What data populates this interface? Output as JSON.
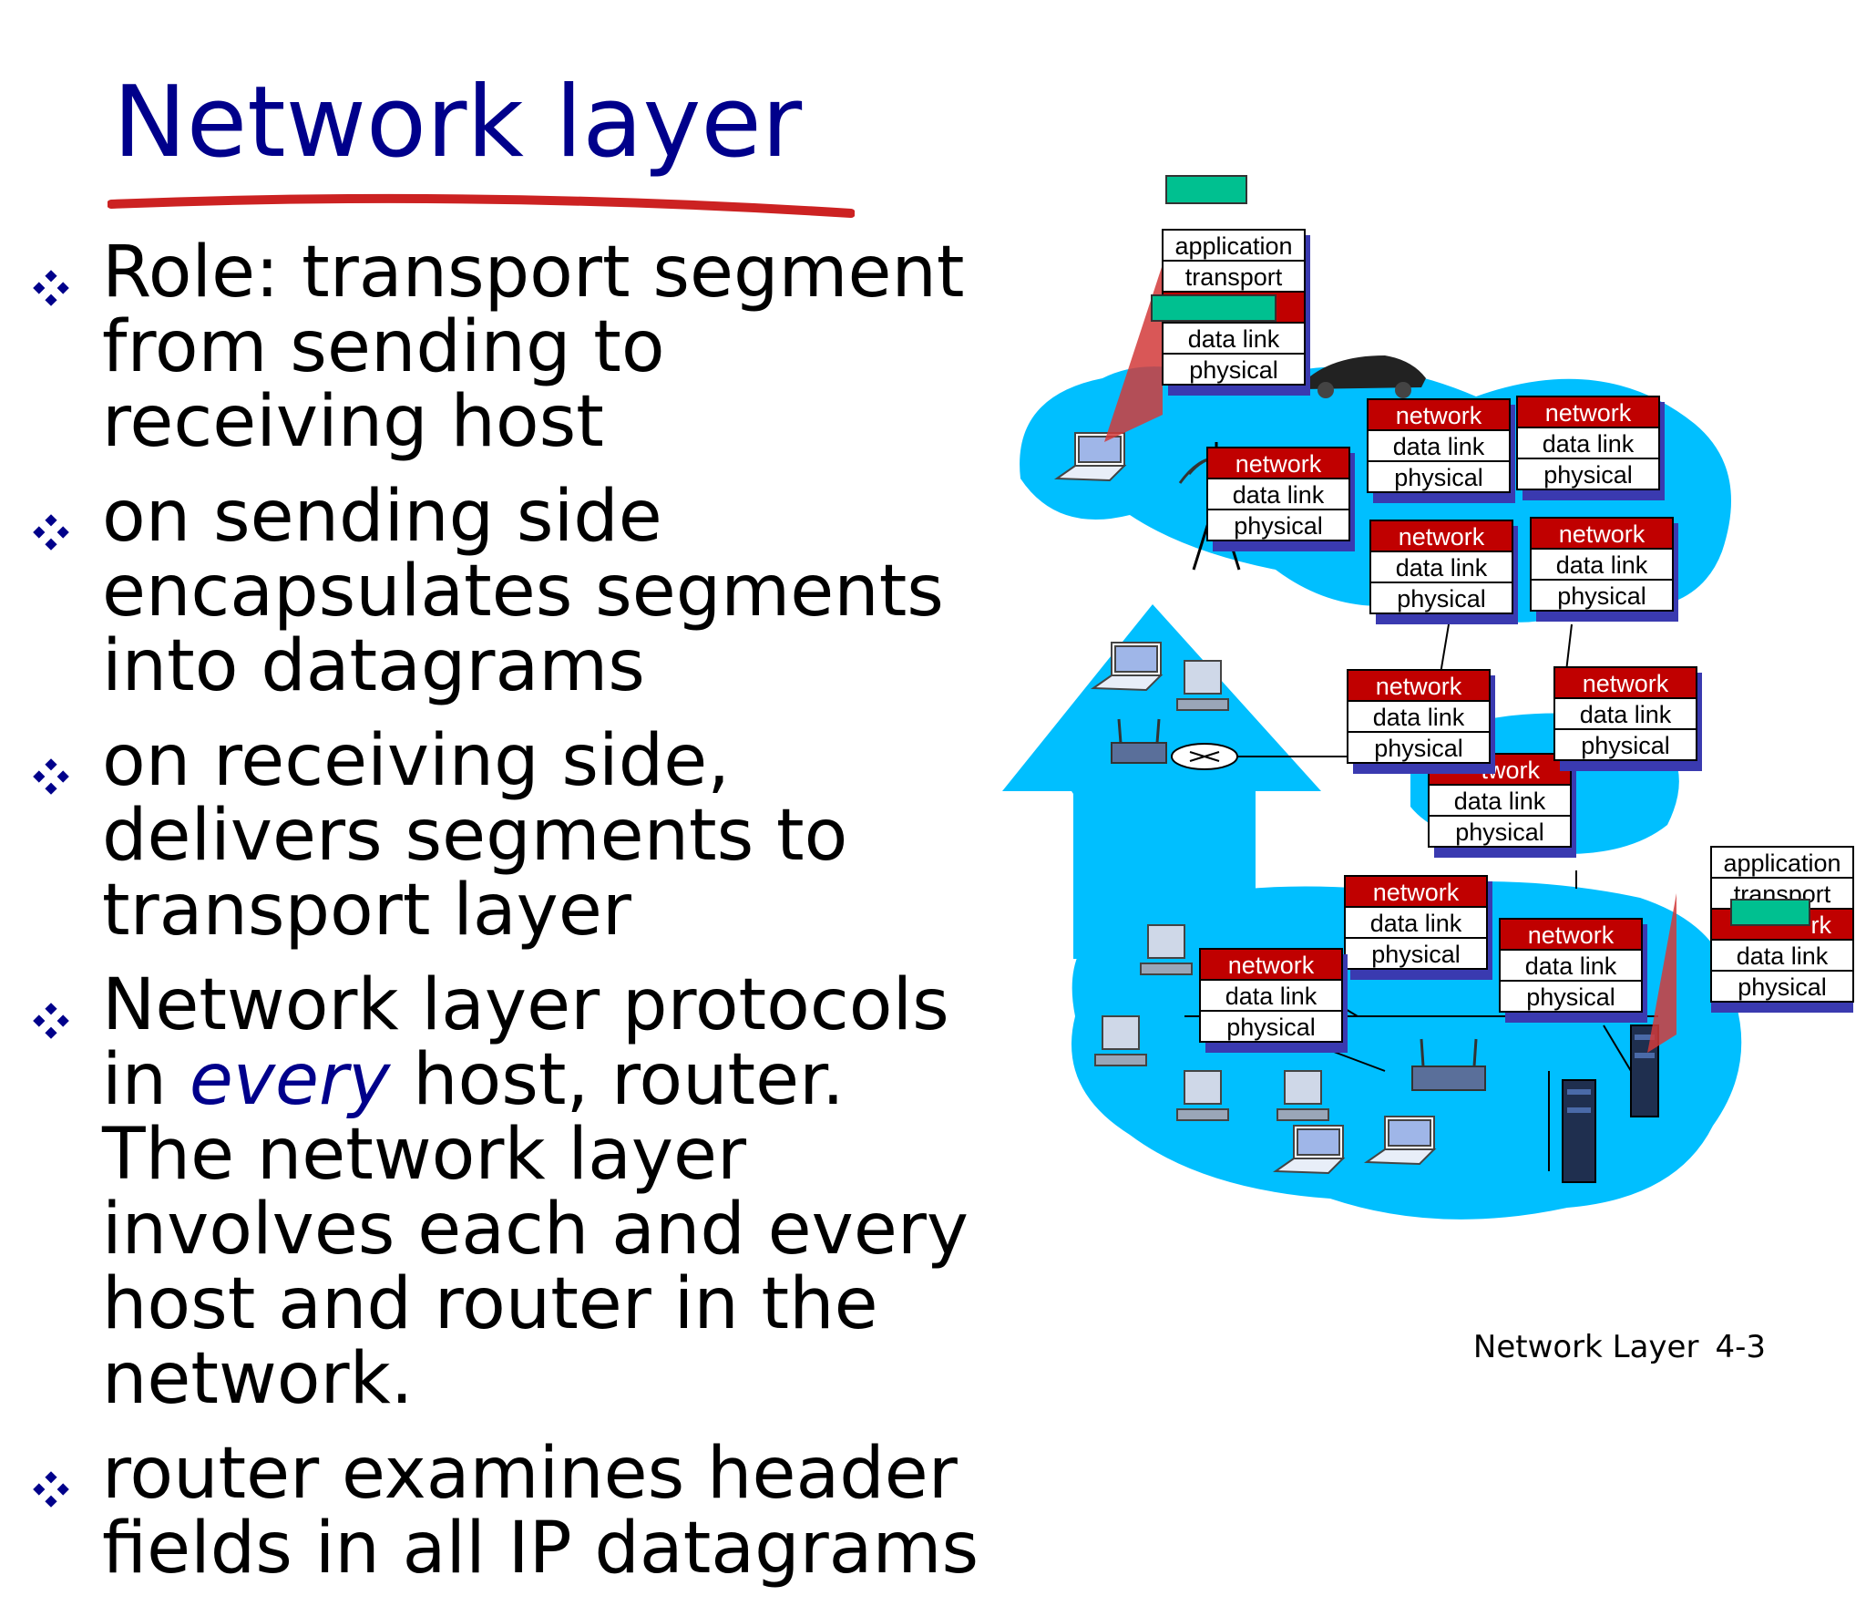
{
  "slide": {
    "title": "Network layer",
    "bullets": [
      {
        "text": "Role: transport segment from sending to receiving host"
      },
      {
        "text": "on sending side encapsulates segments into datagrams"
      },
      {
        "text": "on receiving side, delivers segments to transport layer"
      },
      {
        "text_before": "Network layer protocols in ",
        "emphasis": "every",
        "text_after": " host, router. The network layer involves each and every host and router in the network."
      },
      {
        "text": "router examines header fields in all IP datagrams"
      }
    ],
    "footer": {
      "label": "Network Layer",
      "page": "4-3"
    }
  },
  "diagram": {
    "host_stack": {
      "application": "application",
      "transport": "transport",
      "network": "network",
      "data_link": "data link",
      "physical": "physical"
    },
    "router_stack": {
      "network": "network",
      "data_link": "data link",
      "physical": "physical"
    },
    "partial_network_label": "twork",
    "partial_network_label_right": "rk"
  },
  "colors": {
    "title": "#00008b",
    "underline": "#cc2222",
    "network_layer": "#c00000",
    "datagram": "#00c090",
    "cloud": "#00bfff",
    "bullet": "#00008b"
  }
}
